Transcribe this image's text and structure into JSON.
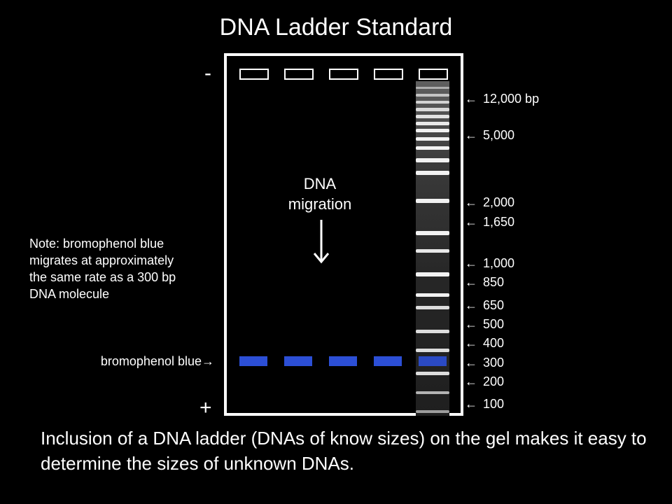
{
  "title": "DNA Ladder Standard",
  "electrodes": {
    "negative": "-",
    "positive": "+"
  },
  "migration_label_line1": "DNA",
  "migration_label_line2": "migration",
  "note_text": "Note: bromophenol blue migrates at approximately the same rate as a 300 bp DNA molecule",
  "dye_label": "bromophenol blue",
  "dye_arrow": "→",
  "marker_arrow": "←",
  "markers": [
    {
      "label": "12,000 bp"
    },
    {
      "label": "5,000"
    },
    {
      "label": "2,000"
    },
    {
      "label": "1,650"
    },
    {
      "label": "1,000"
    },
    {
      "label": "850"
    },
    {
      "label": "650"
    },
    {
      "label": "500"
    },
    {
      "label": "400"
    },
    {
      "label": "300"
    },
    {
      "label": "200"
    },
    {
      "label": "100"
    }
  ],
  "caption": "Inclusion of a DNA ladder (DNAs of know sizes) on the gel makes it easy to determine the sizes of unknown DNAs.",
  "colors": {
    "background": "#000000",
    "text": "#ffffff",
    "dye_band": "#2c4fd6",
    "ladder_band": "#f2f2f2"
  }
}
